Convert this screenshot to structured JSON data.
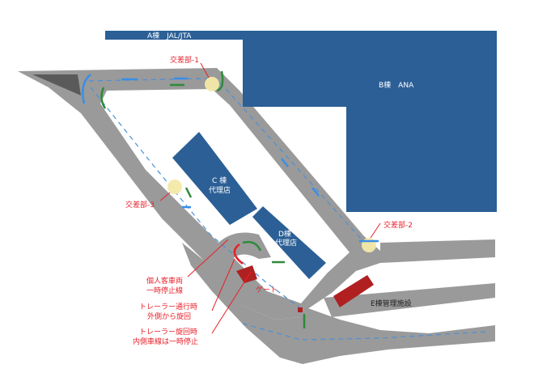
{
  "colors": {
    "building": "#2b5f96",
    "road": "#9a9a9a",
    "road_dark": "#5a5a5a",
    "lane": "#4a90d9",
    "arrow_blue": "#3a8ee6",
    "arrow_green": "#2e8b3a",
    "callout_red": "#e8202a",
    "gate": "#b02020",
    "intersection": "#f3e9a8"
  },
  "buildings": {
    "a": {
      "label": "A棟　JAL/JTA"
    },
    "b": {
      "label": "B棟　ANA"
    },
    "c": {
      "label_line1": "C 棟",
      "label_line2": "代理店"
    },
    "d": {
      "label_line1": "D棟",
      "label_line2": "代理店"
    },
    "e": {
      "label": "E棟管理施設"
    }
  },
  "intersections": {
    "one": "交差部-1",
    "two": "交差部-2",
    "three": "交差部-3"
  },
  "gate": {
    "label": "ゲート"
  },
  "notes": {
    "stop_line": {
      "line1": "個人客車両",
      "line2": "一時停止線"
    },
    "trailer_pass": {
      "line1": "トレーラー通行時",
      "line2": "外側から旋回"
    },
    "trailer_turn": {
      "line1": "トレーラー旋回時",
      "line2": "内側車線は一時停止"
    }
  }
}
